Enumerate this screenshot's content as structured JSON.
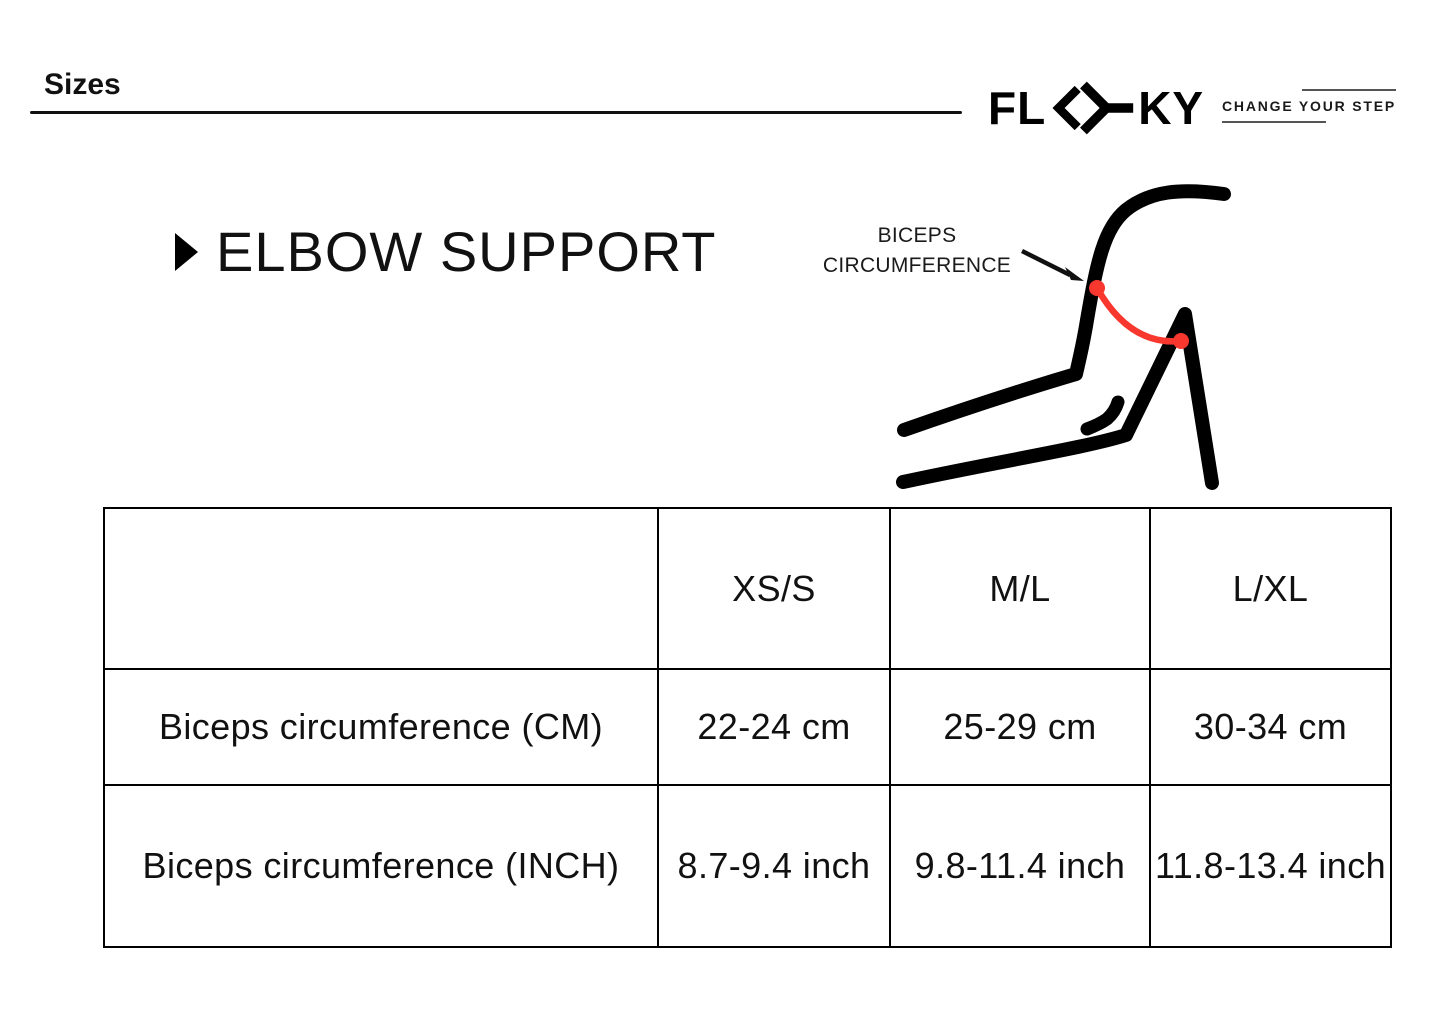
{
  "page": {
    "background": "#ffffff"
  },
  "header": {
    "title": "Sizes",
    "logo": {
      "text_left": "FL",
      "text_right": "KY",
      "tagline": "CHANGE YOUR STEP"
    }
  },
  "product": {
    "heading": "ELBOW SUPPORT"
  },
  "illustration": {
    "label_line1": "BICEPS",
    "label_line2": "CIRCUMFERENCE",
    "accent_color": "#f8372f",
    "line_color": "#000000"
  },
  "size_table": {
    "corner": "",
    "columns": [
      "XS/S",
      "M/L",
      "L/XL"
    ],
    "rows": [
      {
        "label": "Biceps circumference (CM)",
        "values": [
          "22-24 cm",
          "25-29 cm",
          "30-34 cm"
        ]
      },
      {
        "label": "Biceps circumference (INCH)",
        "values": [
          "8.7-9.4 inch",
          "9.8-11.4 inch",
          "11.8-13.4 inch"
        ]
      }
    ]
  }
}
